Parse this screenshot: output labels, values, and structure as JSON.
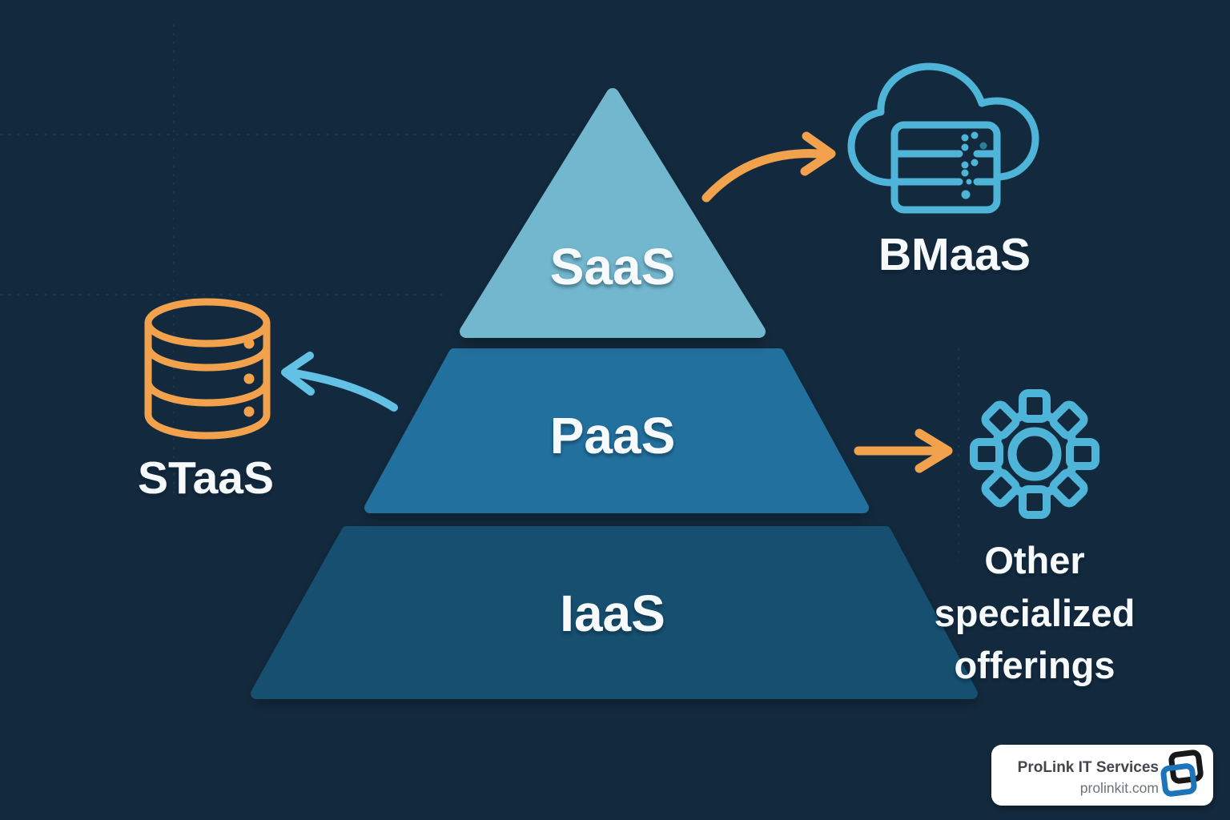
{
  "diagram": {
    "type": "pyramid",
    "description": "Cloud service models pyramid with callouts",
    "pyramid": {
      "layers": [
        {
          "id": "saas",
          "label": "SaaS",
          "position": "top"
        },
        {
          "id": "paas",
          "label": "PaaS",
          "position": "middle"
        },
        {
          "id": "iaas",
          "label": "IaaS",
          "position": "bottom"
        }
      ]
    },
    "callouts": {
      "bmaas": {
        "label": "BMaaS",
        "icon": "cloud-server-icon",
        "arrow_from": "SaaS",
        "arrow_color": "#f2a24d"
      },
      "staas": {
        "label": "STaaS",
        "icon": "database-icon",
        "arrow_from": "PaaS",
        "arrow_color": "#63c1e5"
      },
      "other": {
        "label": "Other specialized offerings",
        "lines": [
          "Other",
          "specialized",
          "offerings"
        ],
        "icon": "gear-icon",
        "arrow_from": "PaaS",
        "arrow_color": "#f2a24d"
      }
    }
  },
  "brand": {
    "name": "ProLink IT Services",
    "url": "prolinkit.com",
    "logo": "interlocked-squares"
  },
  "colors": {
    "bg": "#132a3e",
    "saas": "#72b7ce",
    "paas": "#246f9e",
    "iaas": "#15506f",
    "orange": "#f2a24d",
    "lightblue": "#63c1e5",
    "iconblue": "#4fb5d8",
    "white": "#f7fafc",
    "cardbg": "#ffffff",
    "cardtitle": "#43474d",
    "cardsub": "#6e7378",
    "logoblue": "#1c75bb",
    "logoblack": "#17181a"
  }
}
